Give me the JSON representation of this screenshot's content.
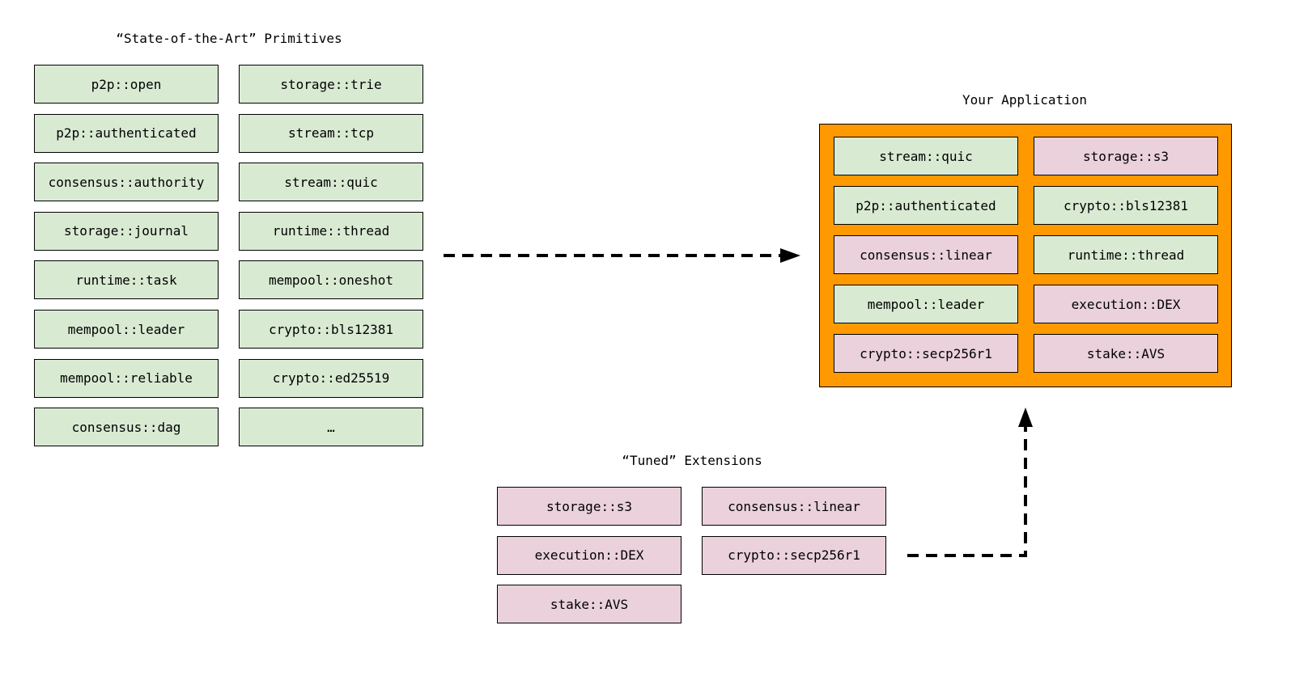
{
  "colors": {
    "primitive": "#d9ead3",
    "extension": "#ead1dc",
    "application_frame": "#ff9900"
  },
  "primitives": {
    "title": "“State-of-the-Art” Primitives",
    "items": [
      "p2p::open",
      "storage::trie",
      "p2p::authenticated",
      "stream::tcp",
      "consensus::authority",
      "stream::quic",
      "storage::journal",
      "runtime::thread",
      "runtime::task",
      "mempool::oneshot",
      "mempool::leader",
      "crypto::bls12381",
      "mempool::reliable",
      "crypto::ed25519",
      "consensus::dag",
      "…"
    ]
  },
  "application": {
    "title": "Your Application",
    "items": [
      {
        "label": "stream::quic",
        "kind": "primitive"
      },
      {
        "label": "storage::s3",
        "kind": "extension"
      },
      {
        "label": "p2p::authenticated",
        "kind": "primitive"
      },
      {
        "label": "crypto::bls12381",
        "kind": "primitive"
      },
      {
        "label": "consensus::linear",
        "kind": "extension"
      },
      {
        "label": "runtime::thread",
        "kind": "primitive"
      },
      {
        "label": "mempool::leader",
        "kind": "primitive"
      },
      {
        "label": "execution::DEX",
        "kind": "extension"
      },
      {
        "label": "crypto::secp256r1",
        "kind": "extension"
      },
      {
        "label": "stake::AVS",
        "kind": "extension"
      }
    ]
  },
  "extensions": {
    "title": "“Tuned” Extensions",
    "items": [
      "storage::s3",
      "consensus::linear",
      "execution::DEX",
      "crypto::secp256r1",
      "stake::AVS"
    ]
  }
}
